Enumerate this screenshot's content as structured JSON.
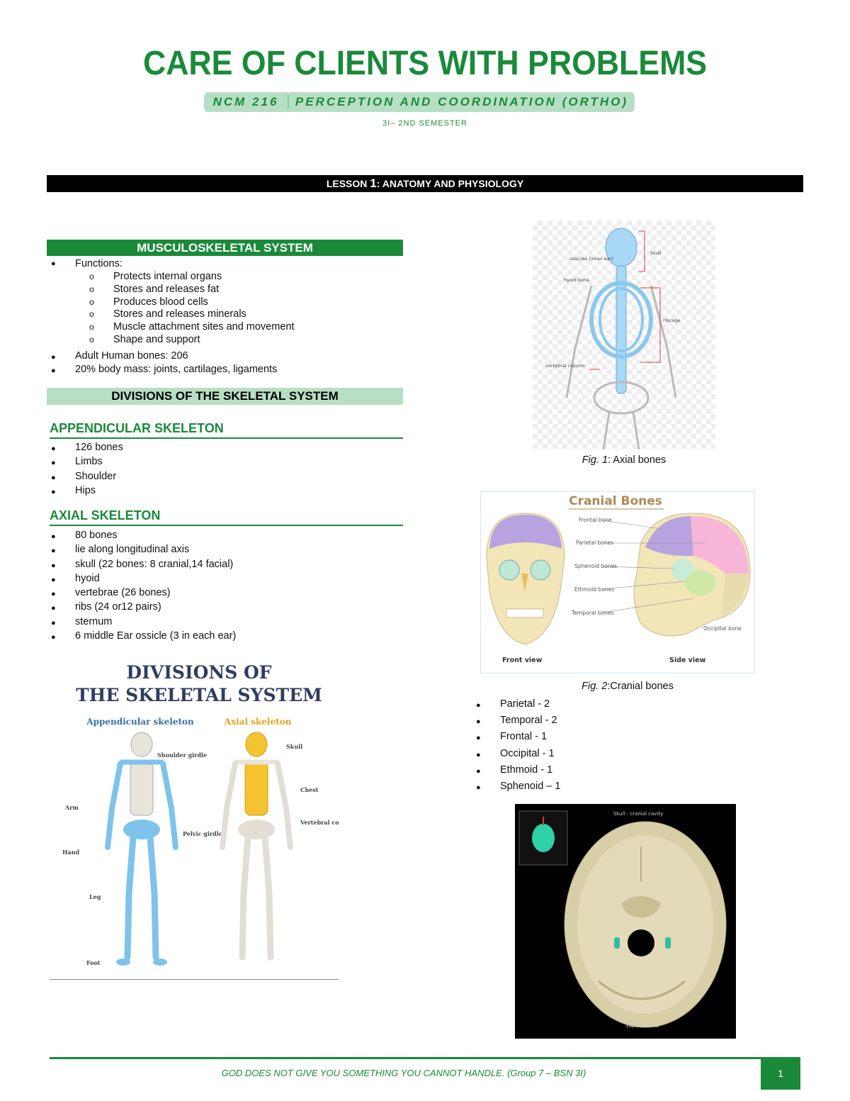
{
  "header": {
    "title": "CARE OF CLIENTS WITH PROBLEMS",
    "course_code": "NCM 216",
    "course_name": "PERCEPTION AND COORDINATION (ORTHO)",
    "semester": "3I– 2ND SEMESTER"
  },
  "lesson": {
    "prefix": "LESSON ",
    "number": "1",
    "title": ": ANATOMY AND PHYSIOLOGY"
  },
  "musculoskeletal": {
    "heading": "MUSCULOSKELETAL SYSTEM",
    "functions_label": "Functions:",
    "functions": [
      "Protects internal organs",
      "Stores and releases fat",
      "Produces blood cells",
      "Stores and releases minerals",
      "Muscle attachment sites and movement",
      "Shape and support"
    ],
    "facts": [
      "Adult Human bones: 206",
      "20% body mass: joints, cartilages, ligaments"
    ]
  },
  "divisions": {
    "heading": "DIVISIONS OF THE SKELETAL SYSTEM",
    "appendicular": {
      "heading": "APPENDICULAR SKELETON",
      "items": [
        "126 bones",
        "Limbs",
        "Shoulder",
        "Hips"
      ]
    },
    "axial": {
      "heading": "AXIAL SKELETON",
      "items": [
        "80 bones",
        "lie along longitudinal axis",
        "skull (22 bones: 8 cranial,14 facial)",
        "hyoid",
        "vertebrae (26 bones)",
        "ribs (24 or12 pairs)",
        "sternum",
        "6 middle Ear ossicle (3 in each ear)"
      ]
    }
  },
  "infographic": {
    "title_line1": "DIVISIONS OF",
    "title_line2": "THE SKELETAL SYSTEM",
    "left_label": "Appendicular skeleton",
    "right_label": "Axial skeleton",
    "labels": {
      "shoulder": "Shoulder girdle",
      "arm": "Arm",
      "hand": "Hand",
      "leg": "Leg",
      "foot": "Foot",
      "pelvic": "Pelvic girdle",
      "skull": "Skull",
      "chest": "Chest",
      "vertebral": "Vertebral column"
    }
  },
  "fig1": {
    "label_prefix": "Fig. 1",
    "label_text": ": Axial bones",
    "labels": {
      "ossicles": "ossicles (inner ear)",
      "hyoid": "hyoid bone",
      "skull": "Skull",
      "ribcage": "ribcage",
      "vertebral": "vertebral column"
    }
  },
  "fig2": {
    "title": "Cranial Bones",
    "label_prefix": "Fig. 2",
    "label_text": ":Cranial bones",
    "labels": {
      "frontal": "Frontal bone",
      "parietal": "Parietal bones",
      "sphenoid": "Sphenoid bones",
      "ethmoid": "Ethmoid bones",
      "temporal": "Temporal bones",
      "occipital": "Occipital bone",
      "front_view": "Front view",
      "side_view": "Side view"
    }
  },
  "cranial_counts": [
    "Parietal - 2",
    "Temporal - 2",
    "Frontal - 1",
    "Occipital - 1",
    "Ethmoid - 1",
    "Sphenoid – 1"
  ],
  "fig3": {
    "title": "Skull - cranial cavity",
    "view": "Superior view"
  },
  "footer": {
    "quote": "GOD DOES NOT GIVE YOU SOMETHING YOU CANNOT HANDLE. (Group 7 – BSN 3I)",
    "page": "1"
  },
  "colors": {
    "brand_green": "#1a8a3a",
    "light_green": "#b7dfc3",
    "bone_blue": "#8cc8ec",
    "bone_yellow": "#f4c430"
  }
}
